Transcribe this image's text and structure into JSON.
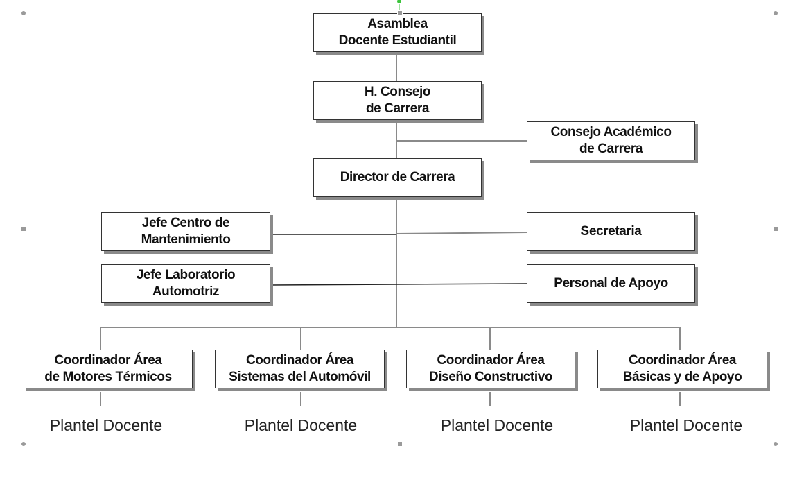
{
  "org_chart": {
    "asamblea": "Asamblea\nDocente Estudiantil",
    "consejo": "H. Consejo\nde Carrera",
    "consejo_academico": "Consejo Académico\nde Carrera",
    "director": "Director de Carrera",
    "jefe_centro": "Jefe Centro de\nMantenimiento",
    "secretaria": "Secretaria",
    "jefe_laboratorio": "Jefe Laboratorio\nAutomotriz",
    "personal_apoyo": "Personal de Apoyo",
    "coordinadores": [
      "Coordinador Área\nde Motores Térmicos",
      "Coordinador Área\nSistemas del Automóvil",
      "Coordinador Área\nDiseño Constructivo",
      "Coordinador Área\nBásicas y de Apoyo"
    ],
    "planteles": [
      "Plantel Docente",
      "Plantel Docente",
      "Plantel Docente",
      "Plantel Docente"
    ]
  },
  "colors": {
    "line": "#8a8a8a",
    "box_border": "#333333",
    "shadow": "#8a8a8a",
    "handle_rotate": "#3cc43c"
  }
}
